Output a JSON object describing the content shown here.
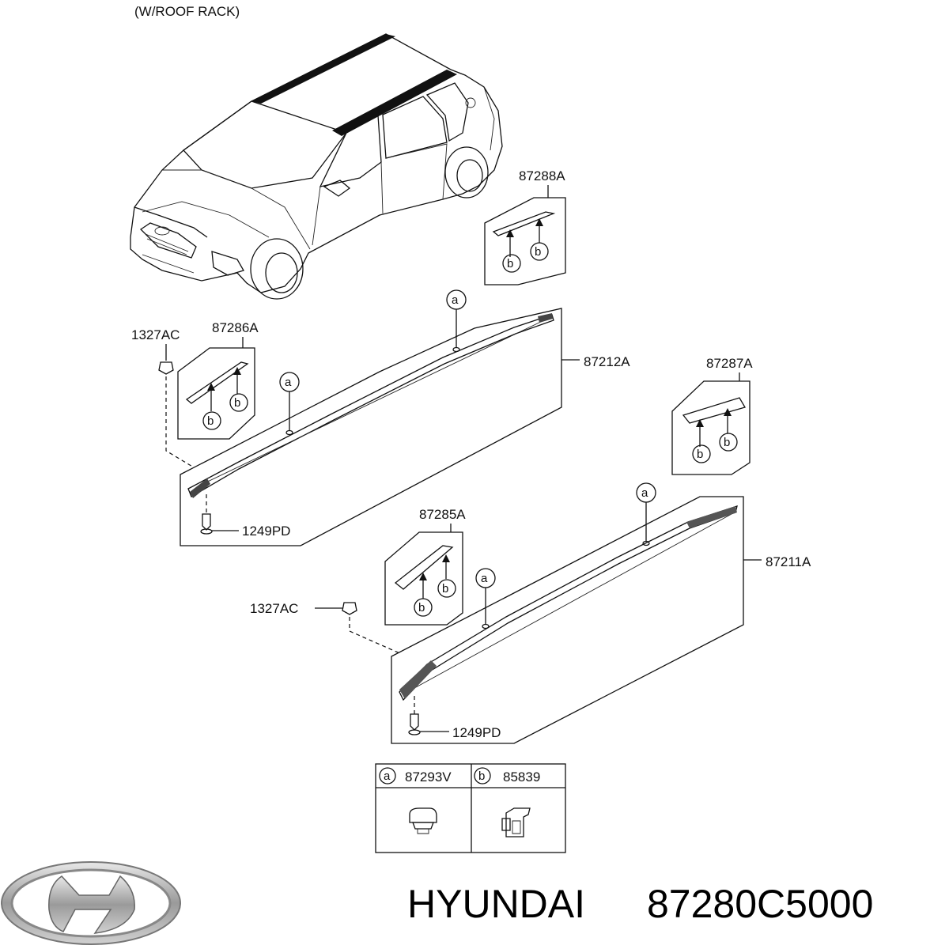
{
  "diagram": {
    "caption": "(W/ROOF RACK)",
    "parts": {
      "p87288A": "87288A",
      "p87286A": "87286A",
      "p87287A": "87287A",
      "p87285A": "87285A",
      "p87212A": "87212A",
      "p87211A": "87211A",
      "p1327AC_top": "1327AC",
      "p1327AC_bottom": "1327AC",
      "p1249PD_top": "1249PD",
      "p1249PD_bottom": "1249PD"
    },
    "callout_a": "a",
    "callout_b": "b",
    "legend": {
      "a_code": "87293V",
      "b_code": "85839"
    }
  },
  "footer": {
    "brand": "HYUNDAI",
    "part_number": "87280C5000"
  }
}
